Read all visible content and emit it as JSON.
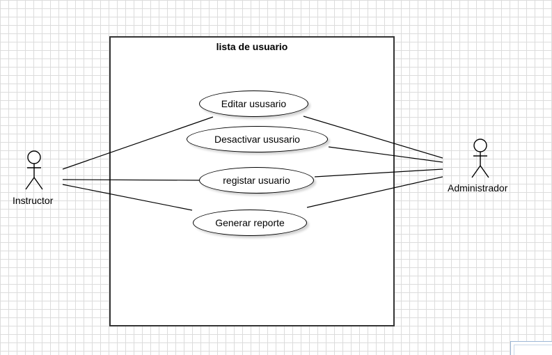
{
  "diagram": {
    "system_title": "lista de usuario",
    "use_cases": [
      {
        "id": "editar",
        "label": "Editar ususario"
      },
      {
        "id": "desactivar",
        "label": "Desactivar ususario"
      },
      {
        "id": "registar",
        "label": "registar usuario"
      },
      {
        "id": "generar",
        "label": "Generar reporte"
      }
    ],
    "actors": [
      {
        "id": "instructor",
        "label": "Instructor"
      },
      {
        "id": "administrador",
        "label": "Administrador"
      }
    ],
    "associations": [
      {
        "actor": "instructor",
        "use_case": "editar"
      },
      {
        "actor": "instructor",
        "use_case": "registar"
      },
      {
        "actor": "instructor",
        "use_case": "generar"
      },
      {
        "actor": "administrador",
        "use_case": "editar"
      },
      {
        "actor": "administrador",
        "use_case": "desactivar"
      },
      {
        "actor": "administrador",
        "use_case": "registar"
      },
      {
        "actor": "administrador",
        "use_case": "generar"
      }
    ]
  }
}
